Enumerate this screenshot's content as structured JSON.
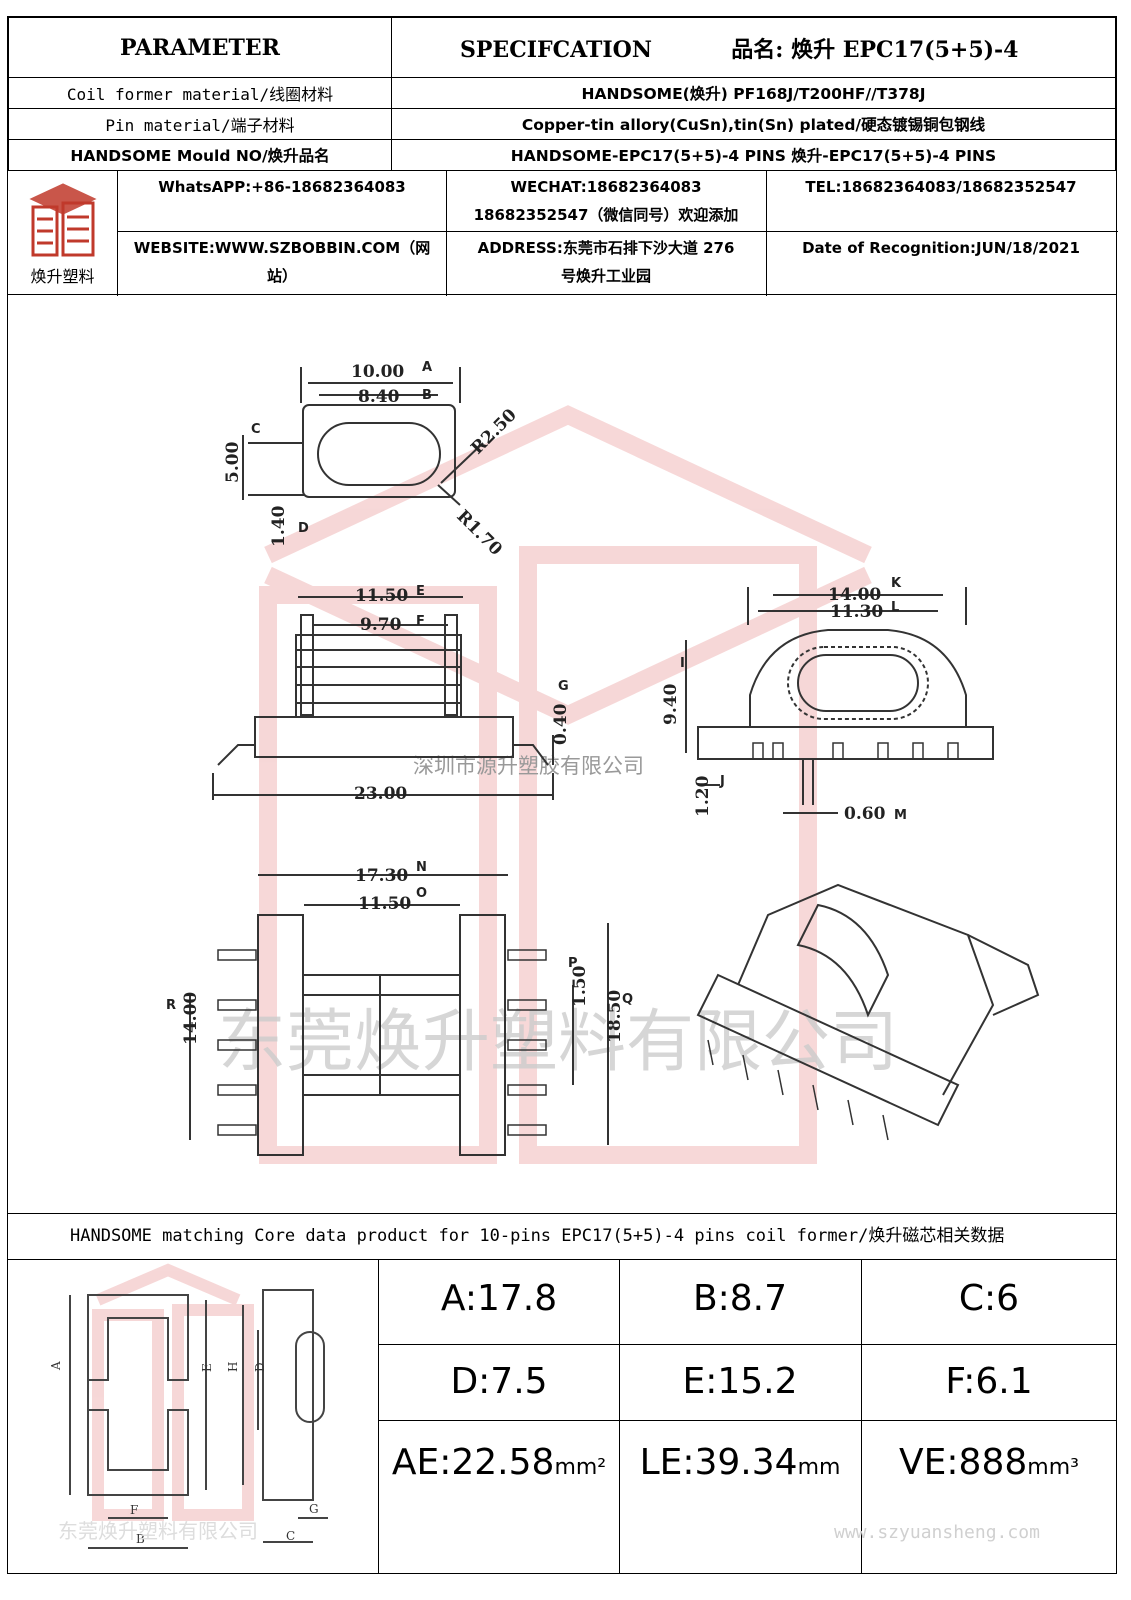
{
  "header": {
    "parameter": "PARAMETER",
    "specification": "SPECIFCATION",
    "product_name_label": "品名:",
    "product_name": "焕升 EPC17(5+5)-4"
  },
  "rows": [
    {
      "label": "Coil former material/线圈材料",
      "value": "HANDSOME(焕升)  PF168J/T200HF//T378J"
    },
    {
      "label": "Pin material/端子材料",
      "value": "Copper-tin allory(CuSn),tin(Sn) plated/硬态镀锡铜包钢线"
    },
    {
      "label": "HANDSOME Mould NO/焕升品名",
      "value": "HANDSOME-EPC17(5+5)-4 PINS   焕升-EPC17(5+5)-4 PINS"
    }
  ],
  "contact": {
    "logo_caption": "焕升塑料",
    "whatsapp": "WhatsAPP:+86-18682364083",
    "wechat": "WECHAT:18682364083",
    "wechat_2": "18682352547（微信同号）欢迎添加",
    "tel": "TEL:18682364083/18682352547",
    "website": "WEBSITE:WWW.SZBOBBIN.COM（网",
    "website_2": "站）",
    "address": "ADDRESS:东莞市石排下沙大道 276",
    "address_2": "号焕升工业园",
    "date": "Date of Recognition:JUN/18/2021"
  },
  "drawing": {
    "dims": {
      "A": "10.00",
      "B": "8.40",
      "C": "5.00",
      "D": "1.40",
      "R1": "R2.50",
      "R2": "R1.70",
      "E": "11.50",
      "F": "9.70",
      "G": "0.40",
      "W": "23.00",
      "K": "14.00",
      "L": "11.30",
      "I": "9.40",
      "J": "1.20",
      "M": "0.60",
      "N": "17.30",
      "O": "11.50",
      "P": "1.50",
      "Q": "18.50",
      "R": "14.00"
    },
    "letters": [
      "A",
      "B",
      "C",
      "D",
      "E",
      "F",
      "G",
      "K",
      "L",
      "I",
      "J",
      "M",
      "N",
      "O",
      "P",
      "Q",
      "R"
    ],
    "watermark_1": "深圳市源升塑胶有限公司",
    "watermark_2": "东莞焕升塑料有限公司"
  },
  "core_section": {
    "title": "HANDSOME matching Core data  product for 10-pins EPC17(5+5)-4 pins coil former/焕升磁芯相关数据",
    "letters": [
      "A",
      "E",
      "H",
      "D",
      "F",
      "B",
      "C",
      "G"
    ],
    "watermark": "东莞焕升塑料有限公司",
    "website_watermark": "www.szyuansheng.com"
  },
  "core_data": [
    {
      "label": "A:17.8"
    },
    {
      "label": "B:8.7"
    },
    {
      "label": "C:6"
    },
    {
      "label": "D:7.5"
    },
    {
      "label": "E:15.2"
    },
    {
      "label": "F:6.1"
    },
    {
      "label": "AE:22.58",
      "unit": "mm²"
    },
    {
      "label": "LE:39.34",
      "unit": "mm"
    },
    {
      "label": "VE:888",
      "unit": "mm³"
    }
  ],
  "colors": {
    "watermark": "#e8a0a0",
    "line": "#333333",
    "logo": "#c0392b"
  }
}
